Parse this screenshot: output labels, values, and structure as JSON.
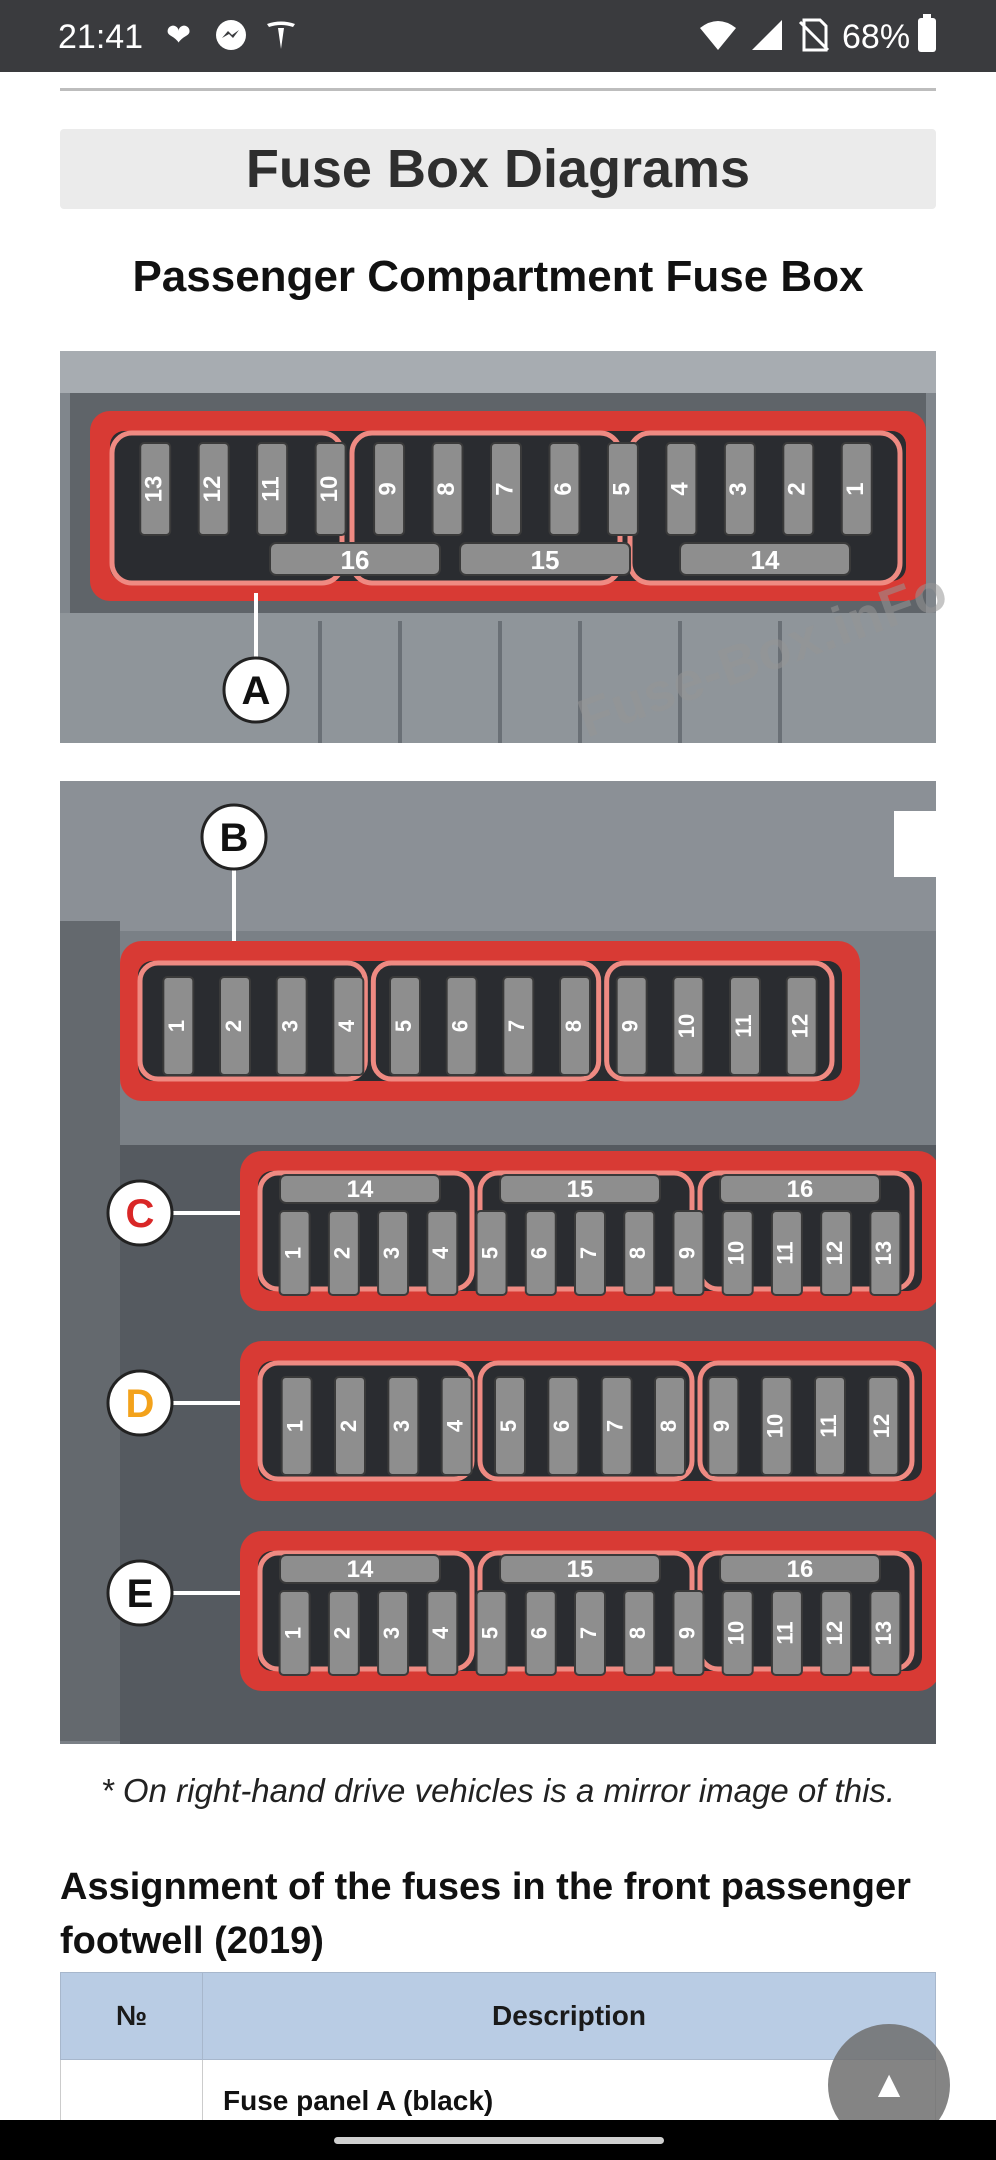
{
  "status_bar": {
    "time": "21:41",
    "icons_left": [
      "heart-pulse-icon",
      "messenger-icon",
      "tesla-icon"
    ],
    "icons_right": [
      "wifi-icon",
      "signal-icon",
      "no-sim-icon"
    ],
    "battery": "68%"
  },
  "page": {
    "banner_title": "Fuse Box Diagrams",
    "subtitle": "Passenger Compartment Fuse Box",
    "figure_a": {
      "label": "A",
      "top_fuses": [
        "13",
        "12",
        "11",
        "10",
        "9",
        "8",
        "7",
        "6",
        "5",
        "4",
        "3",
        "2",
        "1"
      ],
      "bottom_fuses": [
        "16",
        "15",
        "14"
      ]
    },
    "figure_b": {
      "watermark": "Fuse-Box.inFo",
      "panels": [
        {
          "label": "B",
          "fuses": [
            "1",
            "2",
            "3",
            "4",
            "5",
            "6",
            "7",
            "8",
            "9",
            "10",
            "11",
            "12"
          ],
          "top_fuses": []
        },
        {
          "label": "C",
          "fuses": [
            "1",
            "2",
            "3",
            "4",
            "5",
            "6",
            "7",
            "8",
            "9",
            "10",
            "11",
            "12",
            "13"
          ],
          "top_fuses": [
            "14",
            "15",
            "16"
          ]
        },
        {
          "label": "D",
          "fuses": [
            "1",
            "2",
            "3",
            "4",
            "5",
            "6",
            "7",
            "8",
            "9",
            "10",
            "11",
            "12"
          ],
          "top_fuses": []
        },
        {
          "label": "E",
          "fuses": [
            "1",
            "2",
            "3",
            "4",
            "5",
            "6",
            "7",
            "8",
            "9",
            "10",
            "11",
            "12",
            "13"
          ],
          "top_fuses": [
            "14",
            "15",
            "16"
          ]
        }
      ]
    },
    "note": "* On right-hand drive vehicles is a mirror image of this.",
    "section_heading": "Assignment of the fuses in the front passenger footwell (2019)",
    "table": {
      "headers": {
        "no": "№",
        "description": "Description"
      },
      "rows": [
        {
          "no": "",
          "description": "Fuse panel A (black)"
        }
      ]
    },
    "scroll_top_icon": "▲"
  },
  "colors": {
    "status_bar": "#3a3b3e",
    "banner_bg": "#ebebeb",
    "table_header_bg": "#b9cce4",
    "fuse_holder_red": "#e03434",
    "label_d_orange": "#f3a21b",
    "label_c_red": "#d92727"
  }
}
